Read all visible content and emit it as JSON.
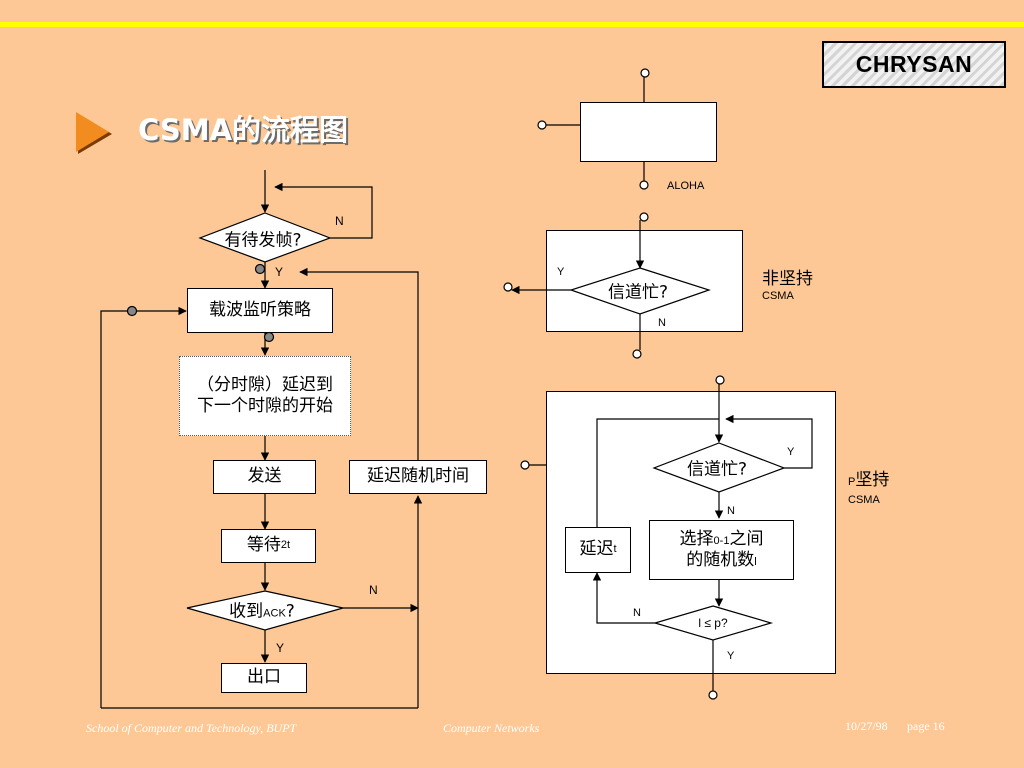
{
  "brand": {
    "logo_text": "CHRYSAN"
  },
  "slide": {
    "title": "CSMA的流程图"
  },
  "left_flow": {
    "decision_frame": "有待发帧?",
    "process_carrier": "载波监听策略",
    "process_slot": "（分时隙）延迟到下一个时隙的开始",
    "process_send": "发送",
    "process_wait_zh": "等待",
    "process_wait_sub": "2t",
    "decision_ack_zh": "收到",
    "decision_ack_sub": "ACK",
    "decision_ack_q": "?",
    "process_backoff": "延迟随机时间",
    "exit": "出口",
    "label_n_frame": "N",
    "label_y_frame": "Y",
    "label_n_ack": "N",
    "label_y_ack": "Y"
  },
  "aloha": {
    "label": "ALOHA"
  },
  "nonpersistent": {
    "decision": "信道忙?",
    "label_y": "Y",
    "label_n": "N",
    "caption_zh": "非坚持",
    "caption_en": "CSMA"
  },
  "ppersistent": {
    "decision_busy": "信道忙?",
    "label_y_busy": "Y",
    "label_n_busy": "N",
    "select_line1_zh": "选择",
    "select_line1_sub": "0-1",
    "select_line1_zh2": "之间",
    "select_line2_zh": "的随机数",
    "select_line2_sub": "l",
    "delay_zh": "延迟",
    "delay_sub": "t",
    "decision_cmp": "l ≤ p?",
    "label_n_cmp": "N",
    "label_y_cmp": "Y",
    "caption_prefix": "P",
    "caption_zh": "坚持",
    "caption_en": "CSMA"
  },
  "footer": {
    "school": "School of Computer and Technology, BUPT",
    "course": "Computer  Networks",
    "date": "10/27/98",
    "page": "page 16"
  }
}
